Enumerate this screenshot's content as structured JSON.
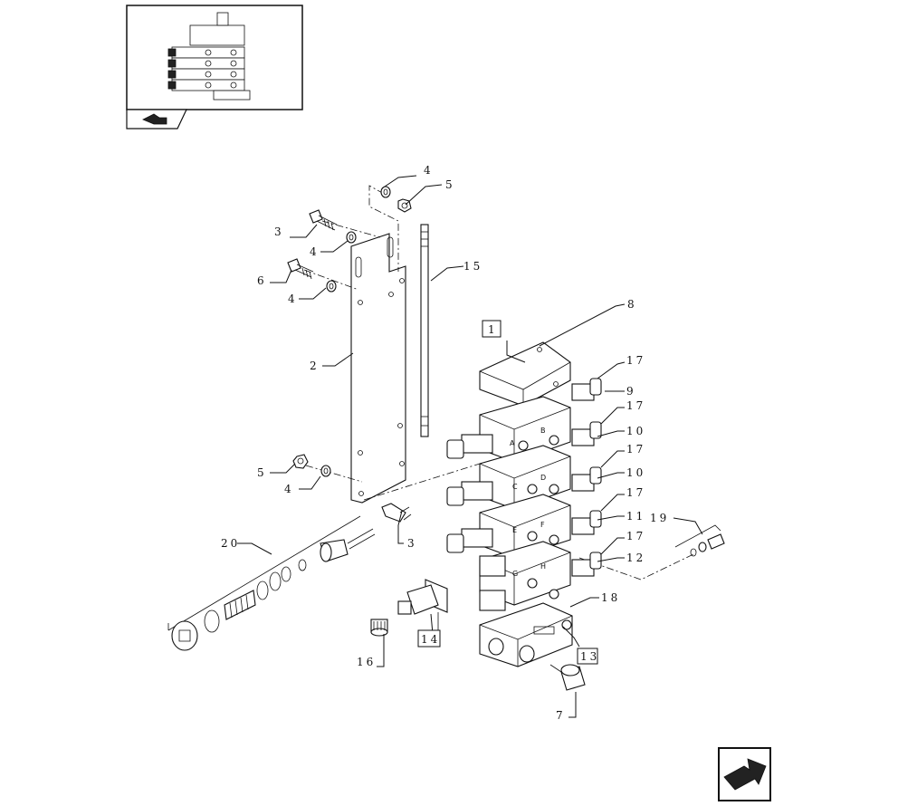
{
  "callouts": [
    {
      "id": "c1",
      "text": "1"
    },
    {
      "id": "c2",
      "text": "2"
    },
    {
      "id": "c3a",
      "text": "3"
    },
    {
      "id": "c3b",
      "text": "3"
    },
    {
      "id": "c4a",
      "text": "4"
    },
    {
      "id": "c4b",
      "text": "4"
    },
    {
      "id": "c4c",
      "text": "4"
    },
    {
      "id": "c4d",
      "text": "4"
    },
    {
      "id": "c5a",
      "text": "5"
    },
    {
      "id": "c5b",
      "text": "5"
    },
    {
      "id": "c6",
      "text": "6"
    },
    {
      "id": "c7",
      "text": "7"
    },
    {
      "id": "c8",
      "text": "8"
    },
    {
      "id": "c9",
      "text": "9"
    },
    {
      "id": "c10a",
      "text": "10"
    },
    {
      "id": "c10b",
      "text": "10"
    },
    {
      "id": "c11",
      "text": "11"
    },
    {
      "id": "c12",
      "text": "12"
    },
    {
      "id": "c13",
      "text": "13"
    },
    {
      "id": "c14",
      "text": "14"
    },
    {
      "id": "c15",
      "text": "15"
    },
    {
      "id": "c16",
      "text": "16"
    },
    {
      "id": "c17a",
      "text": "17"
    },
    {
      "id": "c17b",
      "text": "17"
    },
    {
      "id": "c17c",
      "text": "17"
    },
    {
      "id": "c17d",
      "text": "17"
    },
    {
      "id": "c17e",
      "text": "17"
    },
    {
      "id": "c18",
      "text": "18"
    },
    {
      "id": "c19",
      "text": "19"
    },
    {
      "id": "c20",
      "text": "20"
    }
  ],
  "section_letters": [
    "A",
    "B",
    "C",
    "D",
    "E",
    "F",
    "G",
    "H"
  ],
  "icons": {
    "thumbnail": "valve-assembly-thumbnail-icon",
    "previous": "previous-page-arrow-icon",
    "next": "next-page-arrow-icon"
  }
}
